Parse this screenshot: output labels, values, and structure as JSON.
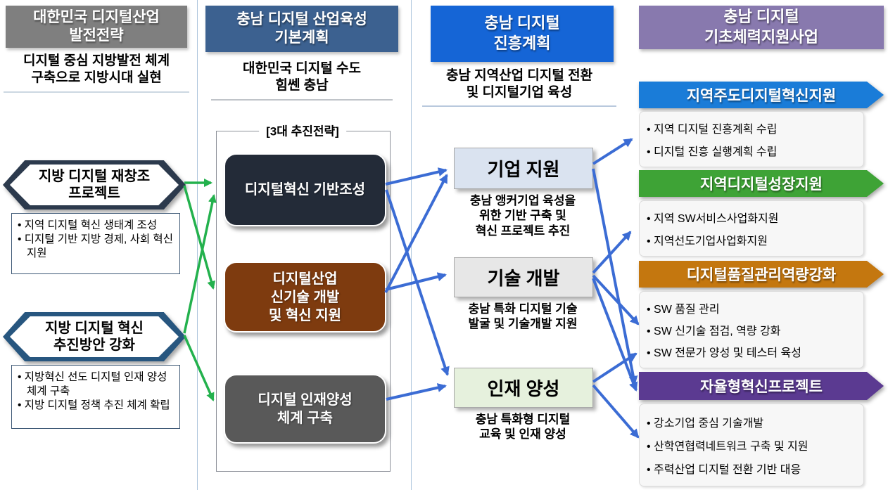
{
  "colors": {
    "col1_header_bg": "#7f7f7f",
    "col2_header_bg": "#3c6190",
    "col3_header_bg": "#1565d6",
    "col4_header_bg": "#8879ae",
    "box_digital_innovation_bg": "#232b38",
    "box_new_tech_bg": "#7e3b0f",
    "box_talent_bg": "#595959",
    "item_company_bg": "#dae3f0",
    "item_tech_bg": "#e7e7e7",
    "item_talent_bg": "#e6f1dd",
    "section1_bg": "#1a7cd8",
    "section2_bg": "#3ea336",
    "section3_bg": "#c4770f",
    "section4_bg": "#5b3a91",
    "green_arrow": "#23b14d",
    "blue_arrow": "#3b6cd4"
  },
  "col1": {
    "header": "대한민국 디지털산업\n발전전략",
    "subtitle": "디지털 중심 지방발전 체계\n구축으로 지방시대 실현",
    "hex1": {
      "title": "지방 디지털 재창조\n프로젝트",
      "bullets": [
        "지역 디지털 혁신 생태계 조성",
        "디지털 기반 지방 경제, 사회 혁신 지원"
      ]
    },
    "hex2": {
      "title": "지방 디지털 혁신\n추진방안 강화",
      "bullets": [
        "지방혁신 선도 디지털 인재 양성 체계 구축",
        "지방 디지털 정책 추진 체계 확립"
      ]
    }
  },
  "col2": {
    "header": "충남 디지털 산업육성\n기본계획",
    "subtitle": "대한민국 디지털 수도\n힘쎈 충남",
    "strategy_label": "[3대 추진전략]",
    "boxes": [
      {
        "label": "디지털혁신 기반조성"
      },
      {
        "label": "디지털산업\n신기술 개발\n및 혁신 지원"
      },
      {
        "label": "디지털 인재양성\n체계 구축"
      }
    ]
  },
  "col3": {
    "header": "충남 디지털\n진흥계획",
    "subtitle": "충남 지역산업 디지털 전환\n및 디지털기업 육성",
    "items": [
      {
        "title": "기업 지원",
        "desc": "충남 앵커기업 육성을\n위한 기반 구축 및\n혁신 프로젝트 추진"
      },
      {
        "title": "기술 개발",
        "desc": "충남 특화 디지털 기술\n발굴 및 기술개발 지원"
      },
      {
        "title": "인재 양성",
        "desc": "충남 특화형 디지털\n교육 및 인재 양성"
      }
    ]
  },
  "col4": {
    "header": "충남 디지털\n기초체력지원사업",
    "sections": [
      {
        "title": "지역주도디지털혁신지원",
        "bullets": [
          "지역 디지털 진흥계획 수립",
          "디지털 진흥 실행계획 수립"
        ]
      },
      {
        "title": "지역디지털성장지원",
        "bullets": [
          "지역 SW서비스사업화지원",
          "지역선도기업사업화지원"
        ]
      },
      {
        "title": "디지털품질관리역량강화",
        "bullets": [
          "SW 품질 관리",
          "SW 신기술 점검, 역량 강화",
          "SW 전문가 양성 및 테스터 육성"
        ]
      },
      {
        "title": "자율형혁신프로젝트",
        "bullets": [
          "강소기업 중심 기술개발",
          "산학연협력네트워크 구축 및 지원",
          "주력산업 디지털 전환 기반 대응"
        ]
      }
    ]
  },
  "connections": {
    "green": [
      {
        "from": "지방 디지털 재창조 프로젝트",
        "to": "디지털혁신 기반조성"
      },
      {
        "from": "지방 디지털 재창조 프로젝트",
        "to": "디지털산업 신기술 개발 및 혁신 지원"
      },
      {
        "from": "지방 디지털 혁신 추진방안 강화",
        "to": "디지털혁신 기반조성"
      },
      {
        "from": "지방 디지털 혁신 추진방안 강화",
        "to": "디지털 인재양성 체계 구축"
      }
    ],
    "blue": [
      {
        "from": "디지털혁신 기반조성",
        "to": "기업 지원"
      },
      {
        "from": "디지털산업 신기술 개발 및 혁신 지원",
        "to": "기업 지원"
      },
      {
        "from": "디지털혁신 기반조성",
        "to": "인재 양성"
      },
      {
        "from": "디지털산업 신기술 개발 및 혁신 지원",
        "to": "기술 개발"
      },
      {
        "from": "디지털 인재양성 체계 구축",
        "to": "인재 양성"
      },
      {
        "from": "기업 지원",
        "to": "지역주도디지털혁신지원"
      },
      {
        "from": "기술 개발",
        "to": "지역디지털성장지원"
      },
      {
        "from": "기술 개발",
        "to": "디지털품질관리역량강화"
      },
      {
        "from": "인재 양성",
        "to": "디지털품질관리역량강화"
      },
      {
        "from": "기업 지원",
        "to": "자율형혁신프로젝트"
      },
      {
        "from": "기술 개발",
        "to": "자율형혁신프로젝트"
      },
      {
        "from": "인재 양성",
        "to": "자율형혁신프로젝트"
      }
    ]
  }
}
